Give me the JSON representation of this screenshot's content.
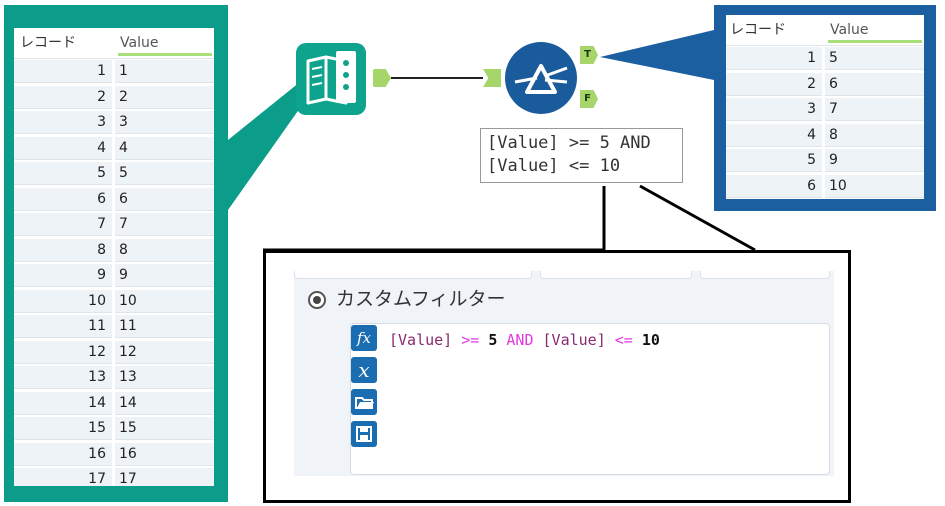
{
  "input_table": {
    "col_record": "レコード",
    "col_value": "Value",
    "rows": [
      {
        "n": "1",
        "v": "1"
      },
      {
        "n": "2",
        "v": "2"
      },
      {
        "n": "3",
        "v": "3"
      },
      {
        "n": "4",
        "v": "4"
      },
      {
        "n": "5",
        "v": "5"
      },
      {
        "n": "6",
        "v": "6"
      },
      {
        "n": "7",
        "v": "7"
      },
      {
        "n": "8",
        "v": "8"
      },
      {
        "n": "9",
        "v": "9"
      },
      {
        "n": "10",
        "v": "10"
      },
      {
        "n": "11",
        "v": "11"
      },
      {
        "n": "12",
        "v": "12"
      },
      {
        "n": "13",
        "v": "13"
      },
      {
        "n": "14",
        "v": "14"
      },
      {
        "n": "15",
        "v": "15"
      },
      {
        "n": "16",
        "v": "16"
      },
      {
        "n": "17",
        "v": "17"
      }
    ]
  },
  "output_table": {
    "col_record": "レコード",
    "col_value": "Value",
    "rows": [
      {
        "n": "1",
        "v": "5"
      },
      {
        "n": "2",
        "v": "6"
      },
      {
        "n": "3",
        "v": "7"
      },
      {
        "n": "4",
        "v": "8"
      },
      {
        "n": "5",
        "v": "9"
      },
      {
        "n": "6",
        "v": "10"
      }
    ]
  },
  "workflow": {
    "true_anchor": "T",
    "false_anchor": "F",
    "annotation_line1": "[Value] >= 5 AND",
    "annotation_line2": "[Value] <= 10"
  },
  "filter_config": {
    "radio_label": "カスタムフィルター",
    "expression_tokens": [
      {
        "t": "[Value]",
        "k": "field"
      },
      {
        "t": " ",
        "k": "sp"
      },
      {
        "t": ">=",
        "k": "op"
      },
      {
        "t": " ",
        "k": "sp"
      },
      {
        "t": "5",
        "k": "num"
      },
      {
        "t": " ",
        "k": "sp"
      },
      {
        "t": "AND",
        "k": "op"
      },
      {
        "t": " ",
        "k": "sp"
      },
      {
        "t": "[Value]",
        "k": "field"
      },
      {
        "t": " ",
        "k": "sp"
      },
      {
        "t": "<=",
        "k": "op"
      },
      {
        "t": " ",
        "k": "sp"
      },
      {
        "t": "10",
        "k": "num"
      }
    ],
    "icons": [
      "function-icon",
      "variable-icon",
      "open-folder-icon",
      "save-icon"
    ]
  },
  "colors": {
    "input_frame": "#0c9d8a",
    "output_frame": "#1b5fa0",
    "anchor": "#a6d66a",
    "operator": "#e23ae0",
    "field": "#8a2a6e"
  }
}
